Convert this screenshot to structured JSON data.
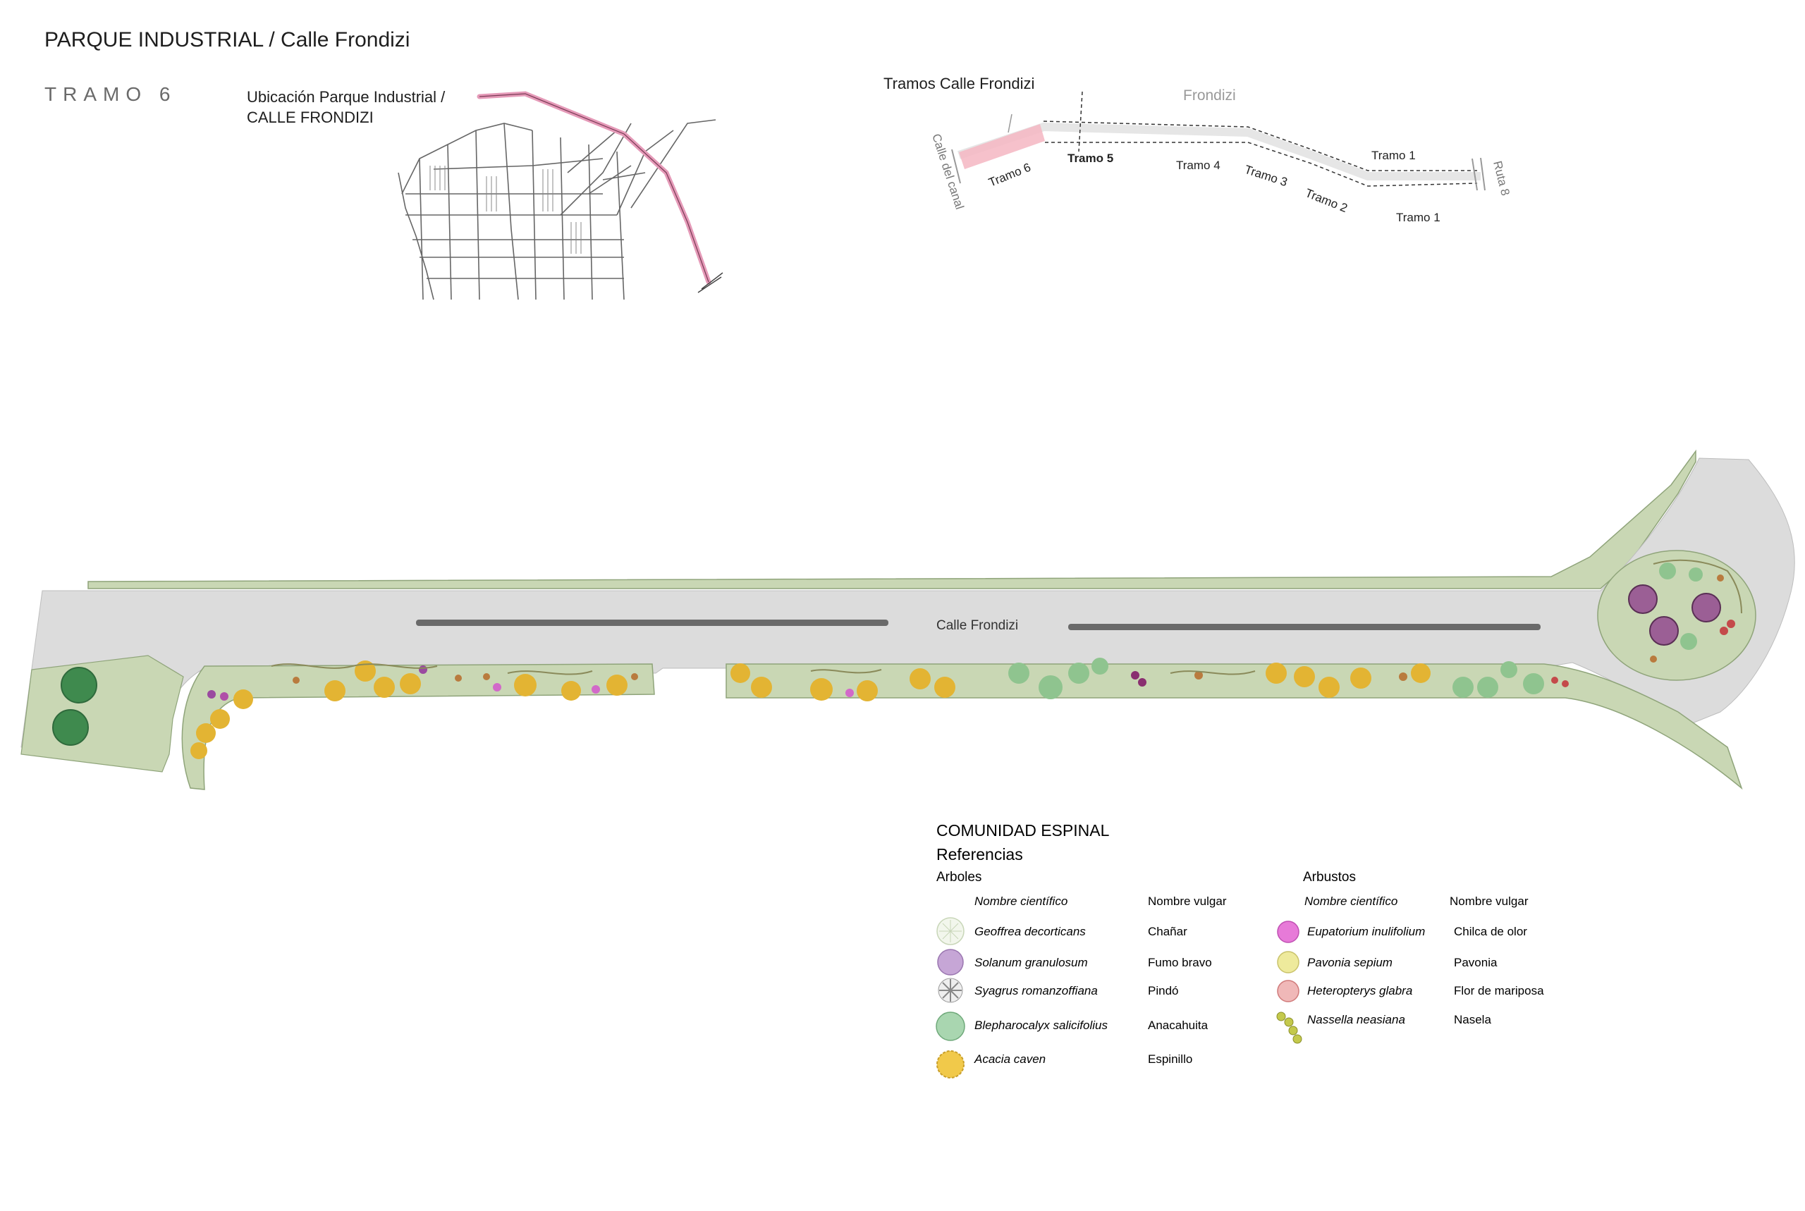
{
  "header": {
    "title": "PARQUE INDUSTRIAL / Calle Frondizi",
    "section": "TRAMO 6"
  },
  "location_map": {
    "title_line1": "Ubicación Parque Industrial /",
    "title_line2": "CALLE FRONDIZI",
    "highlight_color": "#e59ab8"
  },
  "segments_map": {
    "title": "Tramos Calle Frondizi",
    "street_label": "Frondizi",
    "cross_left": "Calle del canal",
    "cross_right": "Ruta 8",
    "labels": [
      "Tramo 6",
      "Tramo 5",
      "Tramo 4",
      "Tramo 3",
      "Tramo 2",
      "Tramo 1",
      "Tramo 1"
    ],
    "highlight_color": "#f4b6c2"
  },
  "plan": {
    "street_label": "Calle Frondizi",
    "colors": {
      "road": "#dcdcdc",
      "verge": "#c9d7b4",
      "median": "#6a6a6a"
    }
  },
  "legend": {
    "heading": "COMUNIDAD ESPINAL",
    "subheading": "Referencias",
    "trees": {
      "title": "Arboles",
      "col_scientific": "Nombre científico",
      "col_common": "Nombre vulgar",
      "items": [
        {
          "scientific": "Geoffrea decorticans",
          "common": "Chañar",
          "icon": "chanar-icon",
          "color": "#f2f6ec"
        },
        {
          "scientific": "Solanum granulosum",
          "common": "Fumo bravo",
          "icon": "fumo-bravo-icon",
          "color": "#c6a6d6"
        },
        {
          "scientific": "Syagrus romanzoffiana",
          "common": "Pindó",
          "icon": "pindo-palm-icon",
          "color": "#b8b8b8"
        },
        {
          "scientific": "Blepharocalyx salicifolius",
          "common": "Anacahuita",
          "icon": "anacahuita-icon",
          "color": "#a9d6b0"
        },
        {
          "scientific": "Acacia caven",
          "common": "Espinillo",
          "icon": "espinillo-icon",
          "color": "#f1c94a"
        }
      ]
    },
    "shrubs": {
      "title": "Arbustos",
      "col_scientific": "Nombre científico",
      "col_common": "Nombre vulgar",
      "items": [
        {
          "scientific": "Eupatorium inulifolium",
          "common": "Chilca de olor",
          "icon": "chilca-icon",
          "color": "#e77ad8"
        },
        {
          "scientific": "Pavonia sepium",
          "common": "Pavonia",
          "icon": "pavonia-icon",
          "color": "#eeea9c"
        },
        {
          "scientific": "Heteropterys glabra",
          "common": "Flor de mariposa",
          "icon": "flor-mariposa-icon",
          "color": "#f0b8b8"
        },
        {
          "scientific": "Nassella neasiana",
          "common": "Nasela",
          "icon": "nasela-icon",
          "color": "#c4c94c"
        }
      ]
    }
  }
}
